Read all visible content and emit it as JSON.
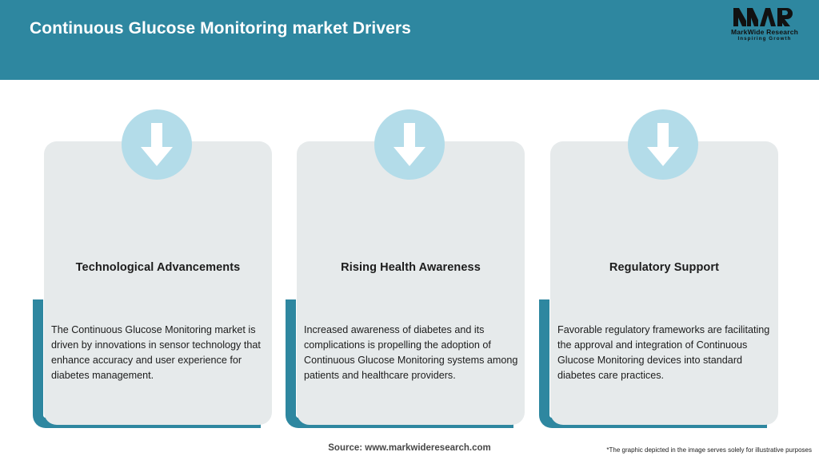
{
  "header": {
    "title": "Continuous Glucose Monitoring market Drivers",
    "background_color": "#2e87a0",
    "title_color": "#ffffff"
  },
  "logo": {
    "mark": "MWR",
    "name": "MarkWide Research",
    "tagline": "Inspiring Growth",
    "color": "#111111"
  },
  "theme": {
    "accent": "#2e87a0",
    "badge": "#b3dce9",
    "card_background": "#e6eaeb",
    "text": "#1c1c1c"
  },
  "cards": [
    {
      "icon": "arrow-down-icon",
      "title": "Technological Advancements",
      "body": "The Continuous Glucose Monitoring market is driven by innovations in sensor technology that enhance accuracy and user experience for diabetes management."
    },
    {
      "icon": "arrow-down-icon",
      "title": "Rising Health Awareness",
      "body": "Increased awareness of diabetes and its complications is propelling the adoption of Continuous Glucose Monitoring systems among patients and healthcare providers."
    },
    {
      "icon": "arrow-down-icon",
      "title": "Regulatory Support",
      "body": "Favorable regulatory frameworks are facilitating the approval and integration of Continuous Glucose Monitoring devices into standard diabetes care practices."
    }
  ],
  "footer": {
    "source": "Source: www.markwideresearch.com",
    "note": "*The graphic depicted in the image serves solely for illustrative purposes"
  }
}
